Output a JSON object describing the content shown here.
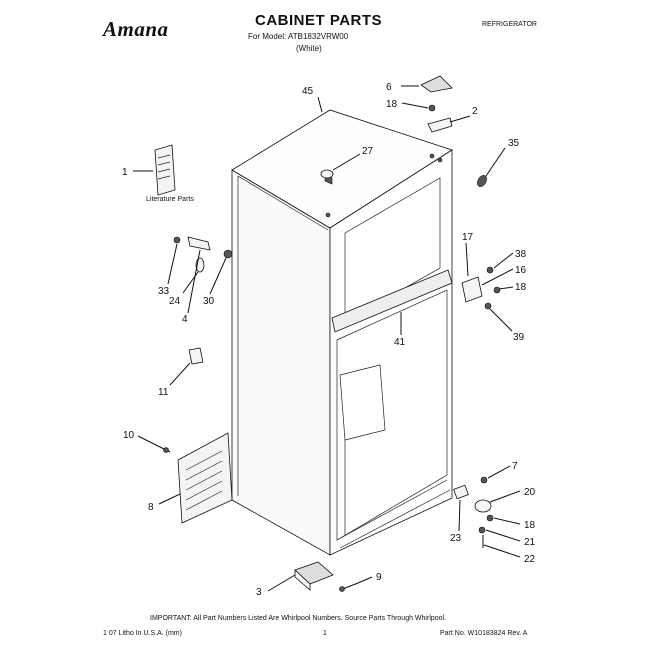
{
  "header": {
    "brand": "Amana",
    "title": "CABINET PARTS",
    "model_line": "For Model: ATB1832VRW00",
    "color_line": "(White)",
    "category": "REFRIGERATOR"
  },
  "literature_label": "Literature Parts",
  "callouts": {
    "c45": "45",
    "c6": "6",
    "c18a": "18",
    "c2": "2",
    "c35": "35",
    "c27": "27",
    "c1": "1",
    "c17": "17",
    "c38": "38",
    "c16": "16",
    "c18b": "18",
    "c33": "33",
    "c24": "24",
    "c30": "30",
    "c4": "4",
    "c39": "39",
    "c41": "41",
    "c11": "11",
    "c10": "10",
    "c7": "7",
    "c20": "20",
    "c8": "8",
    "c18c": "18",
    "c21": "21",
    "c23": "23",
    "c22": "22",
    "c3": "3",
    "c9": "9"
  },
  "footer": {
    "important": "IMPORTANT: All Part Numbers Listed Are Whirlpool Numbers. Source Parts Through Whirlpool.",
    "left": "1  07 Litho In U.S.A. (mm)",
    "page": "1",
    "right": "Part No. W10183824 Rev. A"
  }
}
